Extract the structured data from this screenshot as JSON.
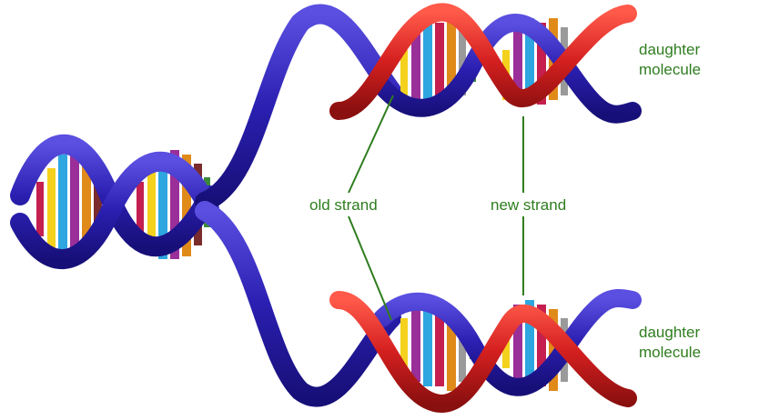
{
  "labels": {
    "top_line1": "daughter",
    "top_line2": "molecule",
    "bottom_line1": "daughter",
    "bottom_line2": "molecule",
    "old_strand": "old strand",
    "new_strand": "new strand"
  },
  "colors": {
    "old_strand": "#2a1fa8",
    "new_strand": "#d41f1f",
    "label_text": "#2f7d1f",
    "bases": [
      "#f4d11c",
      "#2ea6e0",
      "#9a2f9a",
      "#e08a1a",
      "#7a2c2c",
      "#3a8a3a",
      "#9a9a9a",
      "#c41f4f"
    ]
  }
}
